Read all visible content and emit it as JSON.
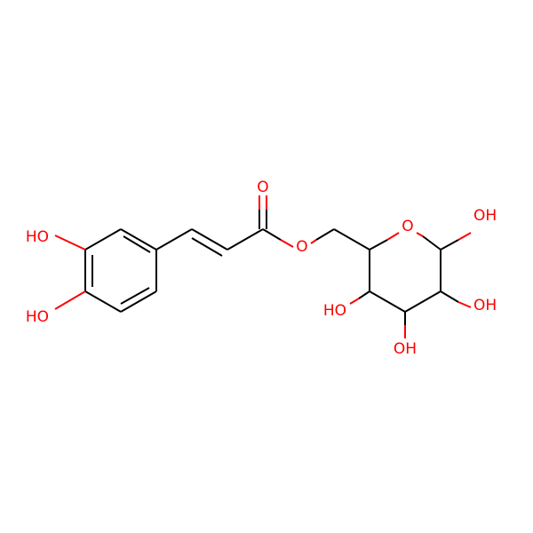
{
  "molecule": {
    "labels": {
      "ho_meta": "HO",
      "ho_para": "HO",
      "carbonyl_o": "O",
      "ester_o": "O",
      "ring_o": "O",
      "oh_anomeric": "OH",
      "oh_c2": "OH",
      "oh_c3": "OH",
      "ho_c4": "HO"
    },
    "colors": {
      "bond": "#000000",
      "heteroatom": "#ff0000",
      "background": "#ffffff"
    }
  }
}
